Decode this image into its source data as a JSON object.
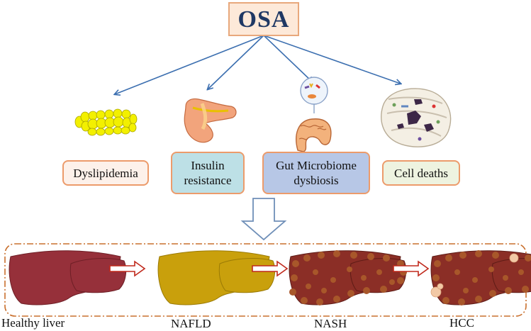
{
  "title": "OSA",
  "factors": [
    {
      "label": "Dyslipidemia"
    },
    {
      "label": "Insulin\nresistance"
    },
    {
      "label": "Gut Microbiome\ndysbiosis"
    },
    {
      "label": "Cell deaths"
    }
  ],
  "stages": [
    {
      "label": "Healthy liver"
    },
    {
      "label": "NAFLD"
    },
    {
      "label": "NASH"
    },
    {
      "label": "HCC"
    }
  ],
  "colors": {
    "arrow_blue": "#3c6fb0",
    "stage_arrow_red": "#c0281b",
    "healthy_liver": "#96303a",
    "fatty_liver": "#c9a00c",
    "diseased_liver": "#8b2e26",
    "nodule": "#a8572a",
    "tumor": "#f2c9a6",
    "dashed_border": "#c9702e"
  },
  "icons": [
    "fat-cells-icon",
    "pancreas-icon",
    "gut-microbiome-icon",
    "cell-icon"
  ]
}
